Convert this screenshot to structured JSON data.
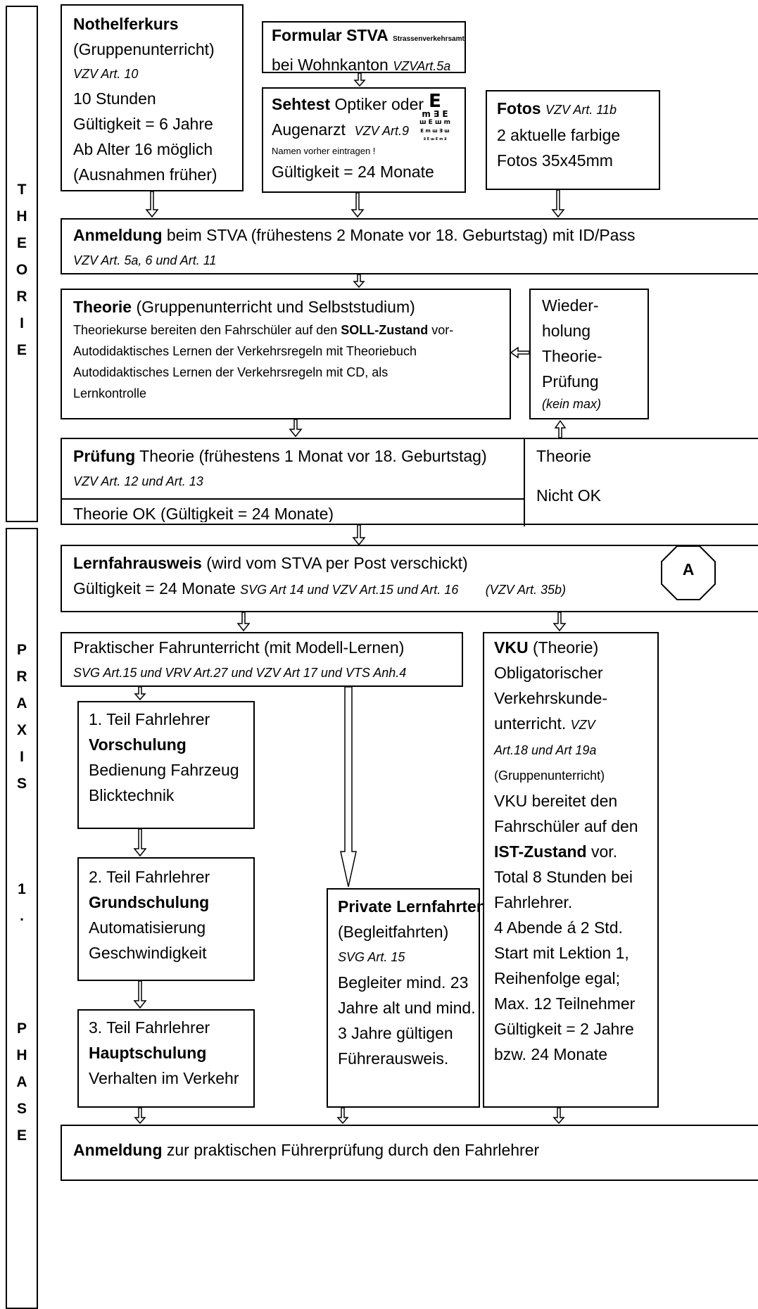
{
  "sidebar": {
    "theorie_letters": [
      "T",
      "H",
      "E",
      "O",
      "R",
      "I",
      "E"
    ],
    "praxis_letters": [
      "P",
      "R",
      "A",
      "X",
      "I",
      "S",
      "1",
      ".",
      "P",
      "H",
      "A",
      "S",
      "E"
    ]
  },
  "nothelfer": {
    "title": "Nothelferkurs",
    "l1": "(Gruppenunterricht)",
    "l2": "VZV Art. 10",
    "l3": "10 Stunden",
    "l4": "Gültigkeit = 6 Jahre",
    "l5": "Ab Alter 16 möglich",
    "l6": "(Ausnahmen früher)"
  },
  "formular": {
    "title": "Formular STVA",
    "title_small": "Strassenverkehrsamt",
    "l1": "bei Wohnkanton",
    "l1_ref": "VZVArt.5a"
  },
  "sehtest": {
    "title": "Sehtest",
    "title_rest": "Optiker oder",
    "l1": "Augenarzt",
    "l1_ref": "VZV Art.9",
    "l2": "Namen vorher eintragen !",
    "l3": "Gültigkeit = 24 Monate",
    "chart_rows": [
      "E",
      "m ∃ E",
      "ш E ш m",
      "E m ш ∃ ш",
      "∃ E ш E m ∃"
    ]
  },
  "fotos": {
    "title": "Fotos",
    "title_ref": "VZV Art. 11b",
    "l1": "2 aktuelle farbige",
    "l2": "Fotos 35x45mm"
  },
  "anmeldung1": {
    "title": "Anmeldung",
    "rest": "beim STVA  (frühestens 2 Monate vor 18. Geburtstag) mit ID/Pass",
    "ref": "VZV Art. 5a, 6 und Art. 11"
  },
  "theorie": {
    "title": "Theorie",
    "title_rest": "(Gruppenunterricht und Selbststudium)",
    "l1a": "Theoriekurse bereiten den Fahrschüler auf den",
    "l1b": "SOLL-Zustand",
    "l1c": "vor-",
    "l2": "Autodidaktisches Lernen der Verkehrsregeln mit Theoriebuch",
    "l3": "Autodidaktisches Lernen der Verkehrsregeln mit CD, als",
    "l4": "Lernkontrolle"
  },
  "wiederholung": {
    "l1": "Wieder-",
    "l2": "holung",
    "l3": "Theorie-",
    "l4": "Prüfung",
    "l5": "(kein max)"
  },
  "pruefung": {
    "title": "Prüfung",
    "rest": "Theorie (frühestens 1 Monat vor 18. Geburtstag)",
    "ref": "VZV Art. 12 und Art. 13",
    "ok": "Theorie OK (Gültigkeit = 24 Monate)",
    "nok1": "Theorie",
    "nok2": "Nicht OK"
  },
  "lernfahrausweis": {
    "title": "Lernfahrausweis",
    "rest": "(wird vom STVA per Post verschickt)",
    "l2": "Gültigkeit = 24 Monate",
    "l2_ref": "SVG Art 14 und VZV Art.15 und Art. 16",
    "l2_ref2": "(VZV Art. 35b)",
    "octagon": "A"
  },
  "praktisch": {
    "l1": "Praktischer Fahrunterricht (mit Modell-Lernen)",
    "ref": "SVG Art.15 und VRV Art.27 und VZV Art 17 und VTS Anh.4"
  },
  "teil1": {
    "l1": "1. Teil Fahrlehrer",
    "l2": "Vorschulung",
    "l3": "Bedienung Fahrzeug",
    "l4": "Blicktechnik"
  },
  "teil2": {
    "l1": "2. Teil Fahrlehrer",
    "l2": "Grundschulung",
    "l3": "Automatisierung",
    "l4": "Geschwindigkeit"
  },
  "teil3": {
    "l1": "3. Teil Fahrlehrer",
    "l2": "Hauptschulung",
    "l3": "Verhalten im Verkehr"
  },
  "privat": {
    "title": "Private Lernfahrten",
    "l1": "(Begleitfahrten)",
    "ref": "SVG Art. 15",
    "l2": "Begleiter mind. 23",
    "l3": "Jahre alt und mind.",
    "l4": "3 Jahre gültigen",
    "l5": "Führerausweis."
  },
  "vku": {
    "title": "VKU",
    "title_rest": "(Theorie)",
    "l1": "Obligatorischer",
    "l2": "Verkehrskunde-",
    "l3": "unterricht.",
    "l3_ref": "VZV",
    "l4_ref": "Art.18 und Art 19a",
    "l5": "(Gruppenunterricht)",
    "l6": "VKU bereitet den",
    "l7": "Fahrschüler auf den",
    "l8b": "IST-Zustand",
    "l8c": "vor.",
    "l9": "Total 8 Stunden bei",
    "l10": "Fahrlehrer.",
    "l11": "4 Abende á 2 Std.",
    "l12": "Start mit Lektion 1,",
    "l13": "Reihenfolge egal;",
    "l14": "Max. 12 Teilnehmer",
    "l15": "Gültigkeit = 2 Jahre",
    "l16": "bzw. 24 Monate"
  },
  "anmeldung2": {
    "title": "Anmeldung",
    "rest": "zur praktischen Führerprüfung durch den Fahrlehrer"
  }
}
